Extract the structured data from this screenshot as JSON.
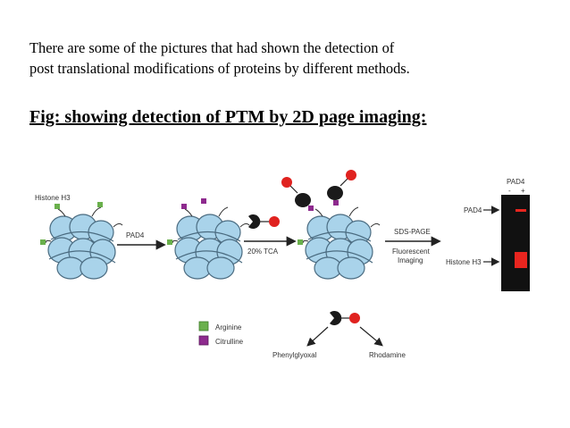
{
  "intro": {
    "line1": "There are some of the pictures that had shown the detection of",
    "line2": "post translational modifications of proteins by different methods."
  },
  "heading": "Fig: showing detection of PTM by 2D page imaging:",
  "figure": {
    "histone_label": "Histone H3",
    "pad4_arrow_label": "PAD4",
    "tca_label": "20% TCA",
    "sds_page_label": "SDS-PAGE",
    "fluorescent_label": "Fluorescent",
    "imaging_label": "Imaging",
    "gel_header": "PAD4",
    "gel_minus": "-",
    "gel_plus": "+",
    "gel_pad4_label": "PAD4",
    "gel_histone_label": "Histone H3",
    "legend_arginine": "Arginine",
    "legend_citrulline": "Citrulline",
    "phenylglyoxal_label": "Phenylglyoxal",
    "rhodamine_label": "Rhodamine"
  },
  "colors": {
    "histone_fill": "#a9d3ea",
    "histone_stroke": "#4a6b80",
    "arginine": "#6ab04c",
    "citrulline": "#8e2a8e",
    "probe_black": "#1a1a1a",
    "probe_red": "#e0221f",
    "gel_bg": "#111111",
    "gel_band": "#e8251f"
  }
}
